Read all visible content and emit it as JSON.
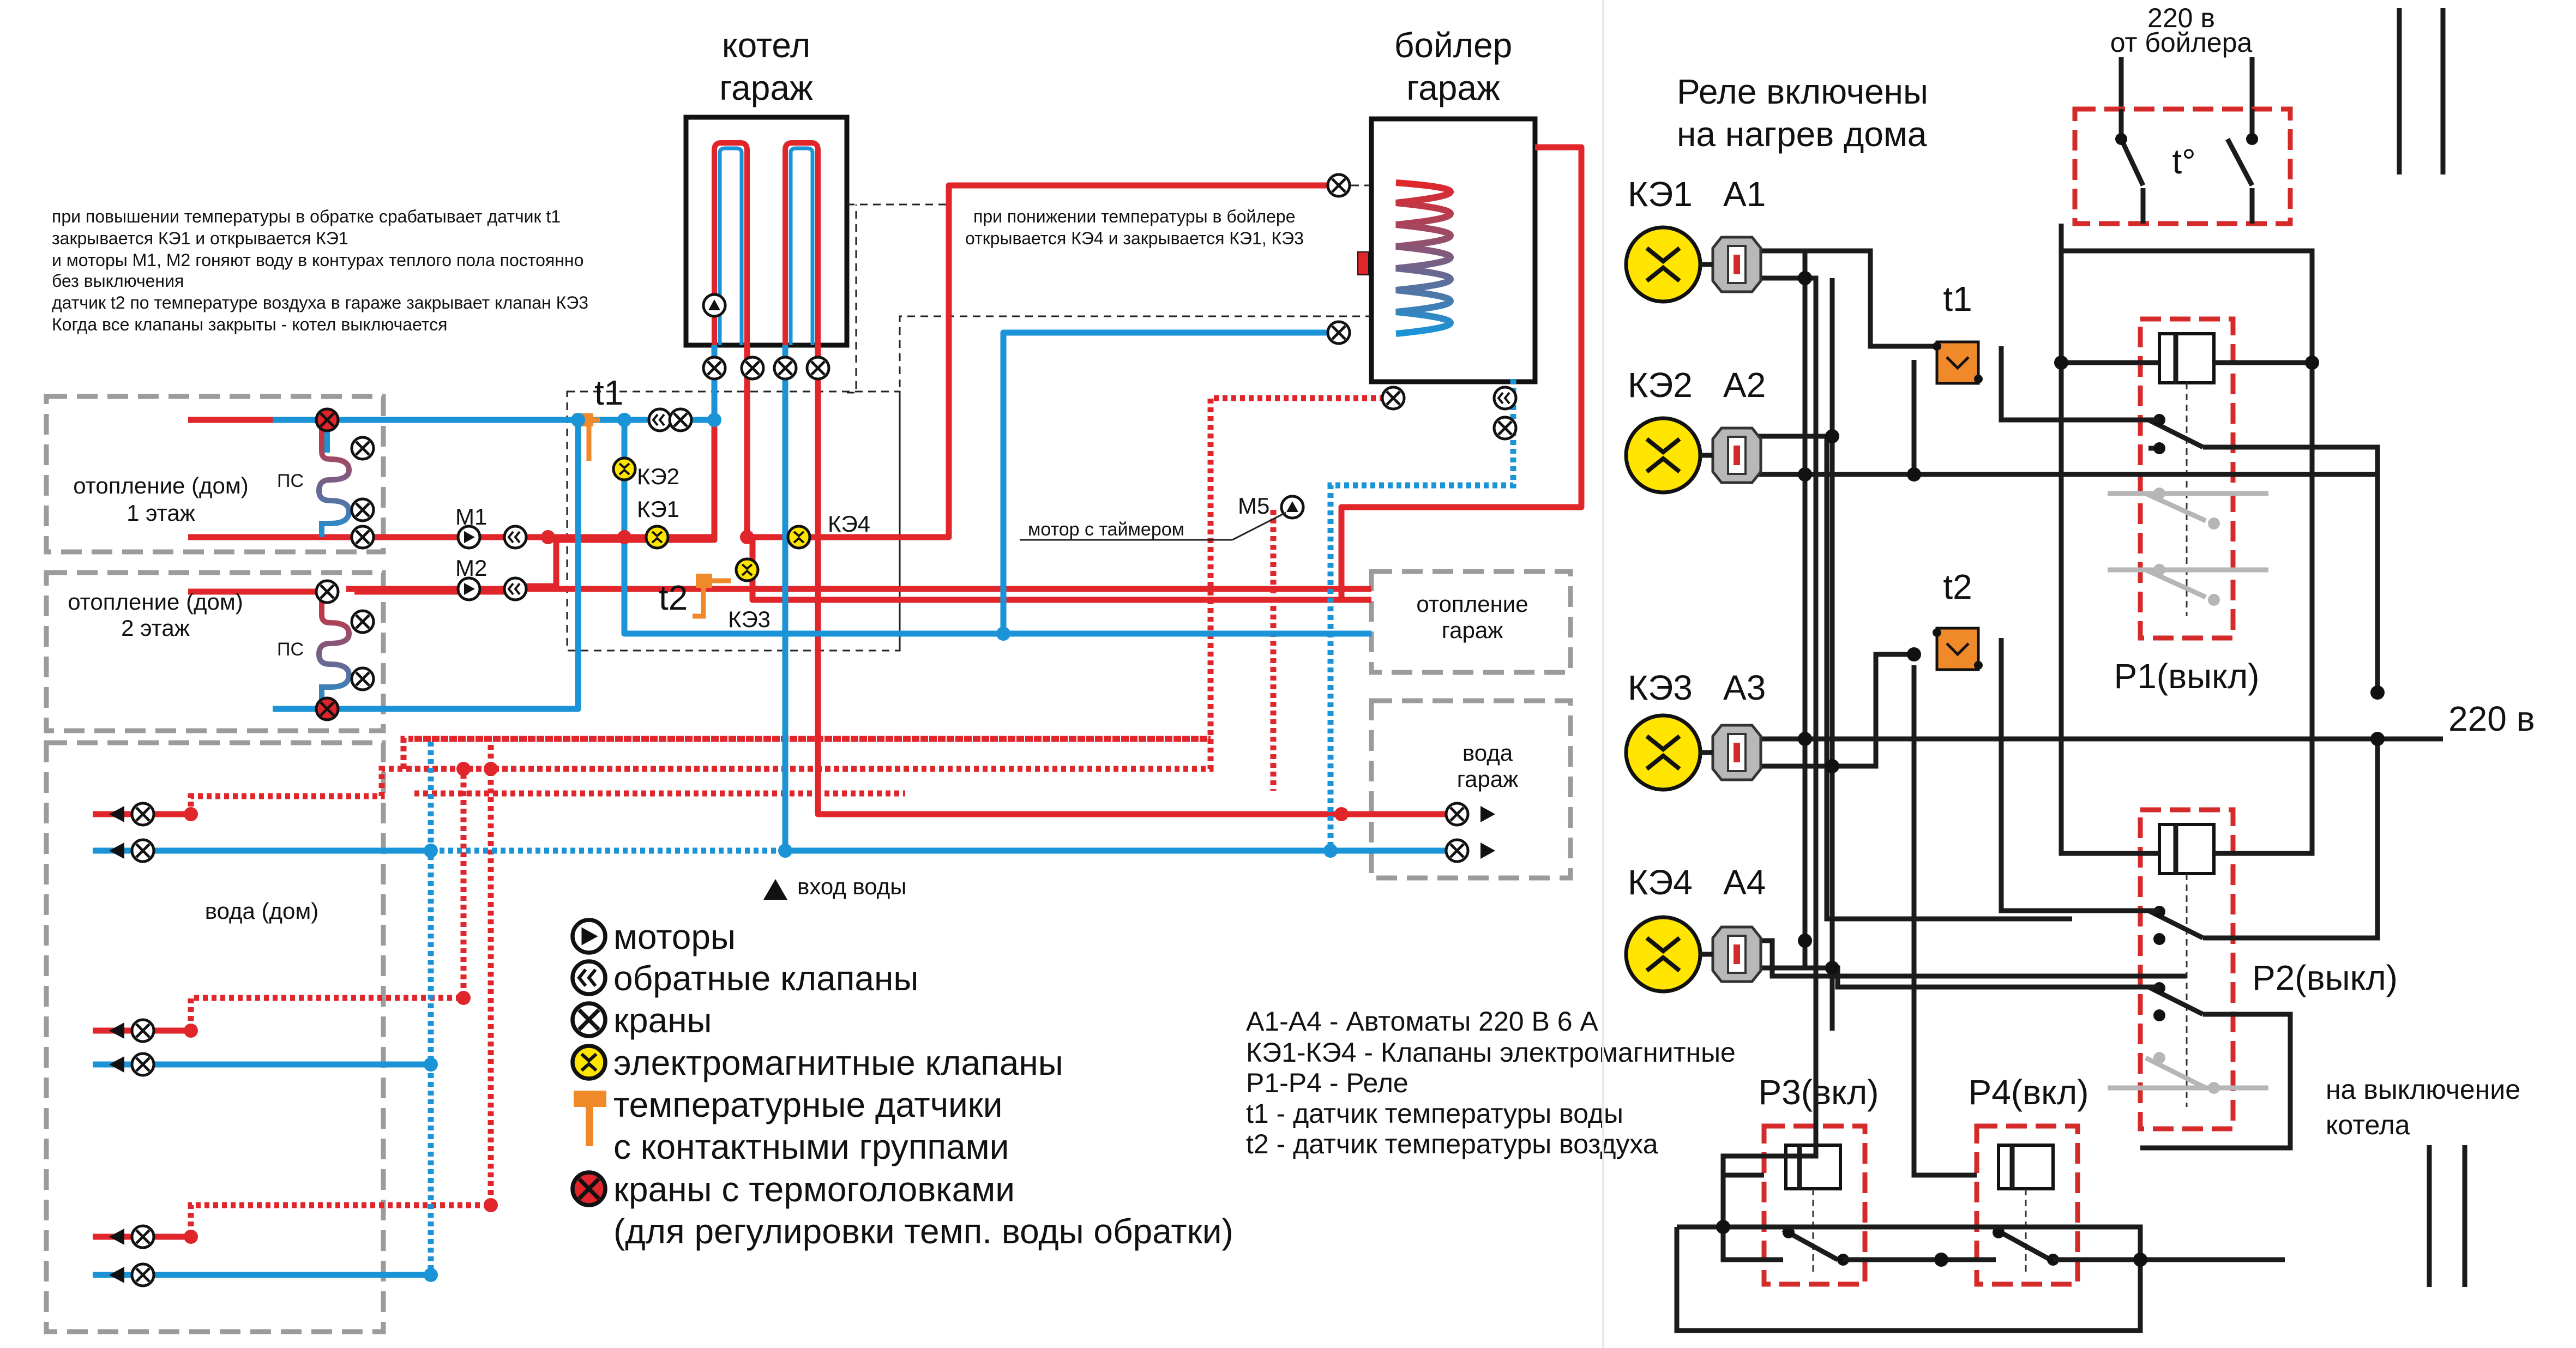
{
  "hydraulic": {
    "boiler_label": [
      "котел",
      "гараж"
    ],
    "tank_label": [
      "бойлер",
      "гараж"
    ],
    "note_left": [
      "при повышении температуры в обратке срабатывает датчик t1",
      "закрывается КЭ1 и открывается КЭ1",
      "и моторы М1, М2 гоняют воду в контурах теплого пола постоянно",
      "без выключения",
      "датчик t2 по температуре воздуха в гараже закрывает клапан КЭ3",
      "Когда все клапаны закрыты - котел выключается"
    ],
    "note_right": [
      "при понижении температуры в бойлере",
      "открывается КЭ4 и закрывается КЭ1, КЭ3"
    ],
    "floor1": [
      "отопление (дом)",
      "1 этаж"
    ],
    "floor2": [
      "отопление (дом)",
      "2 этаж"
    ],
    "water_house": "вода (дом)",
    "garage_heat": [
      "отопление",
      "гараж"
    ],
    "garage_water": [
      "вода",
      "гараж"
    ],
    "water_in": "вход воды",
    "motor_timer": "мотор с таймером",
    "ps": "ПС",
    "sensor_t1": "t1",
    "sensor_t2": "t2",
    "m1": "М1",
    "m2": "М2",
    "m5": "М5",
    "ke1": "КЭ1",
    "ke2": "КЭ2",
    "ke3": "КЭ3",
    "ke4": "КЭ4"
  },
  "legend": {
    "motors": "моторы",
    "check_valves": "обратные клапаны",
    "taps": "краны",
    "solenoids": "электромагнитные клапаны",
    "sensors_1": "температурные датчики",
    "sensors_2": "с контактными группами",
    "thermo_1": "краны с термоголовками",
    "thermo_2": "(для регулировки темп. воды обратки)"
  },
  "abbr": [
    "А1-А4 - Автоматы 220 В 6 А",
    "КЭ1-КЭ4 - Клапаны электромагнитные",
    "Р1-Р4 - Реле",
    "t1 - датчик температуры воды",
    "t2 - датчик температуры воздуха"
  ],
  "electrical": {
    "title": [
      "Реле включены",
      "на нагрев дома"
    ],
    "top_220": [
      "220 в",
      "от бойлера"
    ],
    "thermostat": "t°",
    "rows": [
      {
        "valve": "КЭ1",
        "breaker": "А1"
      },
      {
        "valve": "КЭ2",
        "breaker": "А2"
      },
      {
        "valve": "КЭ3",
        "breaker": "А3"
      },
      {
        "valve": "КЭ4",
        "breaker": "А4"
      }
    ],
    "t1": "t1",
    "t2": "t2",
    "p1": "Р1(выкл)",
    "p2": "Р2(выкл)",
    "p3": "Р3(вкл)",
    "p4": "Р4(вкл)",
    "supply": "220 в",
    "off_boiler": [
      "на выключение",
      "котела"
    ]
  },
  "colors": {
    "hot": "#e0252b",
    "cold": "#1a94d6",
    "solenoid": "#ffe500",
    "sensor": "#f0892a",
    "relay_box": "#d42a2a"
  }
}
